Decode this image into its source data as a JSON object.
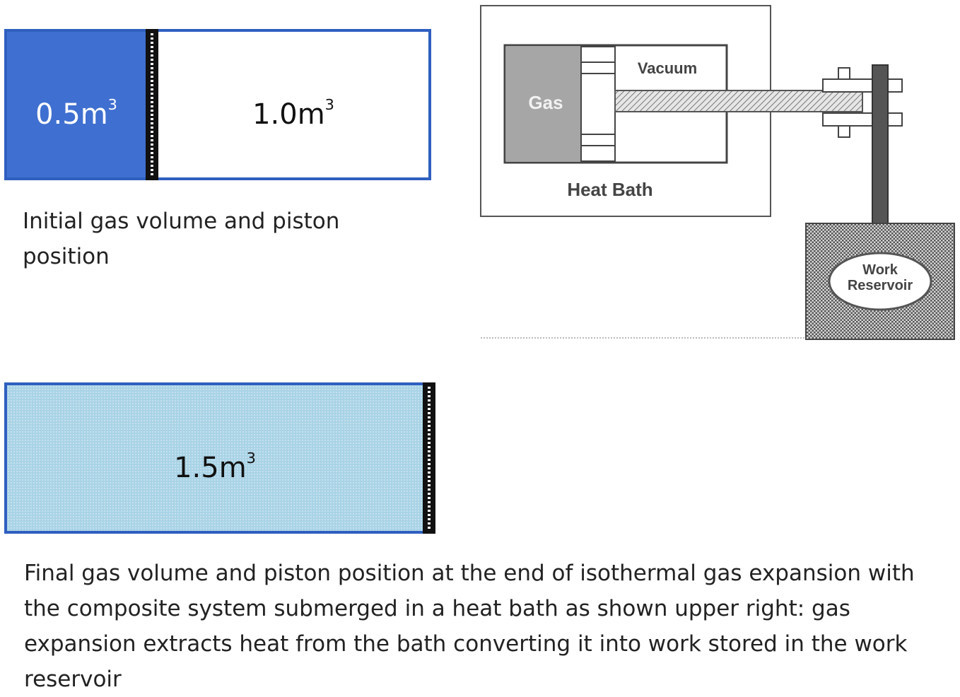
{
  "initial": {
    "gas_volume": "0.5m",
    "gas_volume_exp": "3",
    "vacuum_volume": "1.0m",
    "vacuum_volume_exp": "3",
    "caption": "Initial gas volume and piston position"
  },
  "final": {
    "gas_volume": "1.5m",
    "gas_volume_exp": "3",
    "caption": "Final gas volume and piston position at the end of isothermal gas expansion with the composite system submerged in a heat bath as shown upper right: gas expansion extracts heat from the bath converting it into work stored in the work reservoir"
  },
  "schematic": {
    "vacuum_label": "Vacuum",
    "gas_label": "Gas",
    "heat_bath_label": "Heat Bath",
    "work_label_line1": "Work",
    "work_label_line2": "Reservoir"
  },
  "colors": {
    "gas_initial": "#3f6fd0",
    "gas_final": "#a9d3e6",
    "cylinder_border": "#2f5fbf"
  }
}
